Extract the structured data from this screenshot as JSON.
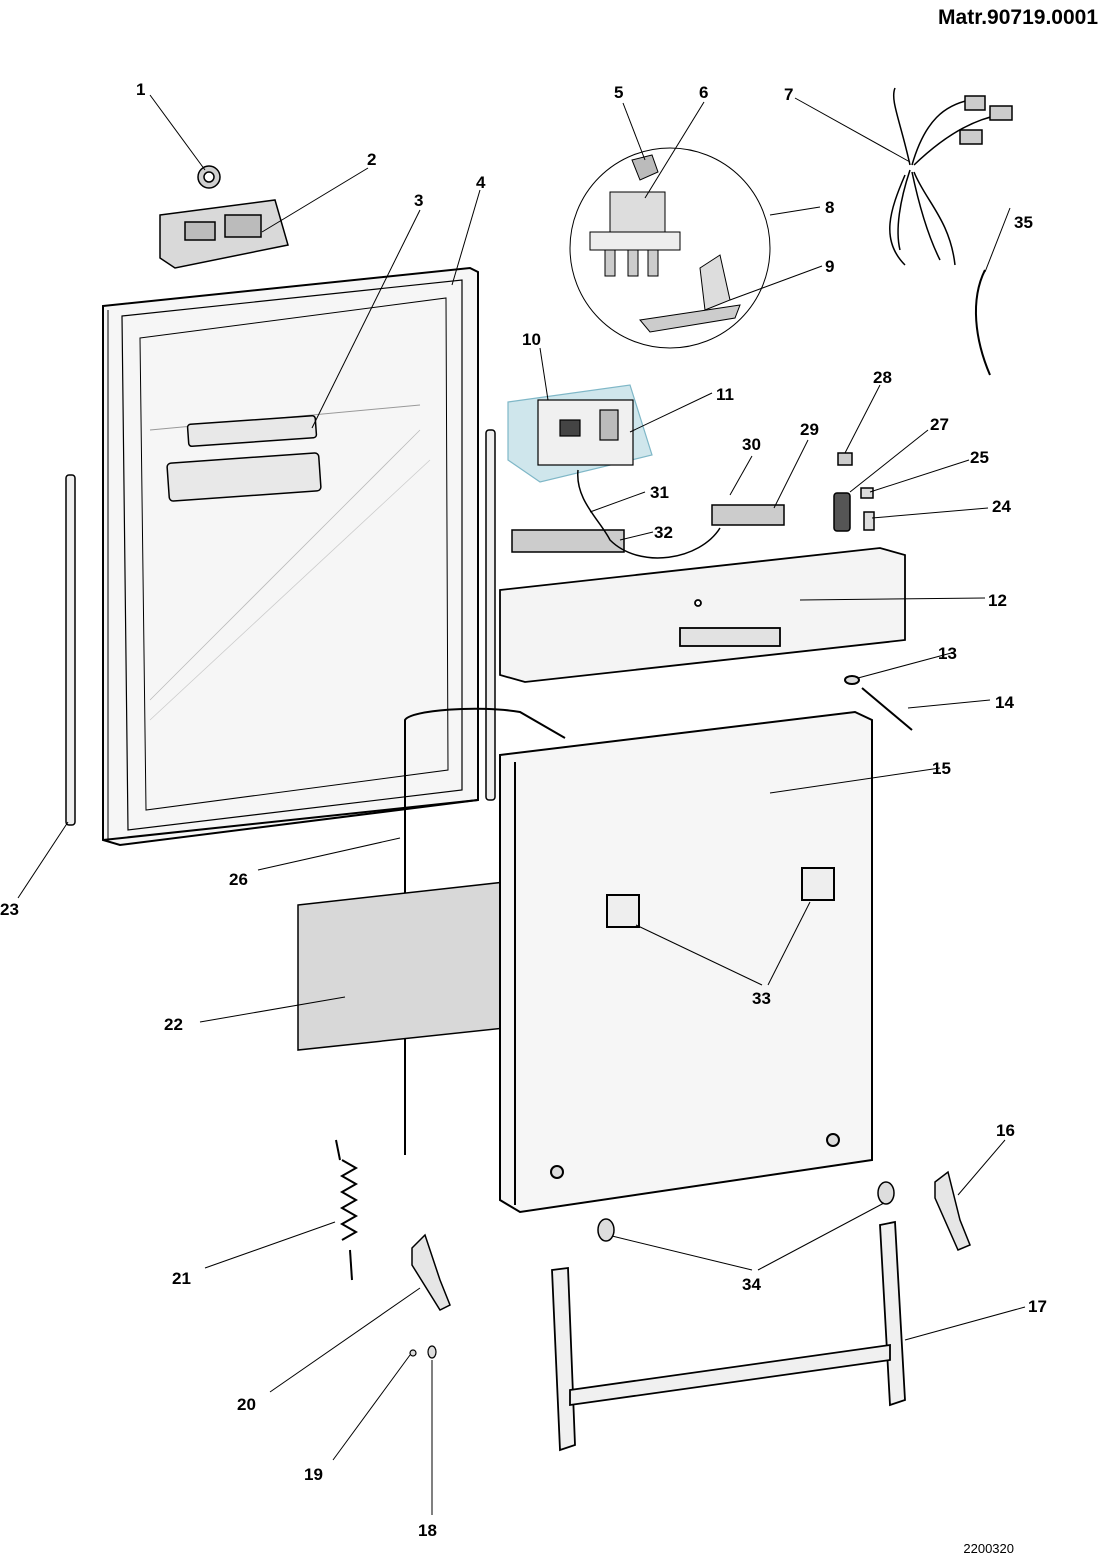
{
  "header": {
    "matr_code": "Matr.90719.0001"
  },
  "footer": {
    "drawing_code": "2200320"
  },
  "parts": [
    {
      "n": "1"
    },
    {
      "n": "2"
    },
    {
      "n": "3"
    },
    {
      "n": "4"
    },
    {
      "n": "5"
    },
    {
      "n": "6"
    },
    {
      "n": "7"
    },
    {
      "n": "8"
    },
    {
      "n": "9"
    },
    {
      "n": "10"
    },
    {
      "n": "11"
    },
    {
      "n": "12"
    },
    {
      "n": "13"
    },
    {
      "n": "14"
    },
    {
      "n": "15"
    },
    {
      "n": "16"
    },
    {
      "n": "17"
    },
    {
      "n": "18"
    },
    {
      "n": "19"
    },
    {
      "n": "20"
    },
    {
      "n": "21"
    },
    {
      "n": "22"
    },
    {
      "n": "23"
    },
    {
      "n": "24"
    },
    {
      "n": "25"
    },
    {
      "n": "26"
    },
    {
      "n": "27"
    },
    {
      "n": "28"
    },
    {
      "n": "29"
    },
    {
      "n": "30"
    },
    {
      "n": "31"
    },
    {
      "n": "32"
    },
    {
      "n": "33"
    },
    {
      "n": "34"
    },
    {
      "n": "35"
    }
  ],
  "colors": {
    "line": "#000000",
    "panel_fill": "#f4f4f4",
    "board_fill": "#cfe6ec",
    "insulation_fill": "#d8d8d8"
  }
}
